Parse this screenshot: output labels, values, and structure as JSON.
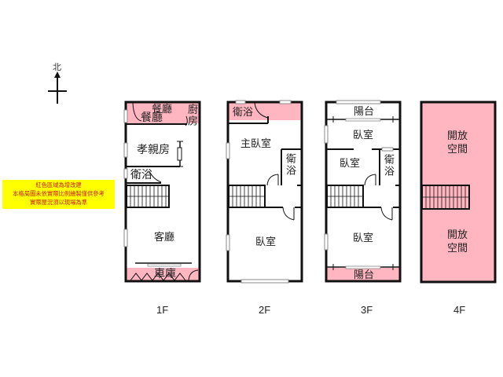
{
  "compass": {
    "label": "北",
    "icon": "north-arrow-icon"
  },
  "note": {
    "lines": [
      "紅色區域為增改建",
      "本格局圖未依實際比例繪製僅供參考",
      "實際屋況須以現場為準"
    ],
    "background": "#ffff00",
    "text_color": "#c02020"
  },
  "colors": {
    "addition_fill": "#ffb6c1",
    "wall": "#111111",
    "window": "#c8c8c8"
  },
  "floors": [
    {
      "label": "1F",
      "rooms": {
        "dining": "餐廳",
        "dining_alt": "餐廳",
        "kitchen": "廚房",
        "elder_room": "孝親房",
        "bathroom": "衛浴",
        "living": "客廳",
        "garage": "車庫"
      }
    },
    {
      "label": "2F",
      "rooms": {
        "bathroom_top": "衛浴",
        "master_bedroom": "主臥室",
        "bathroom_side": "衛浴",
        "bedroom": "臥室"
      }
    },
    {
      "label": "3F",
      "rooms": {
        "balcony_top": "陽台",
        "bedroom_top": "臥室",
        "bedroom_mid": "臥室",
        "bathroom": "衛浴",
        "bedroom_bottom": "臥室",
        "balcony_bottom": "陽台"
      }
    },
    {
      "label": "4F",
      "rooms": {
        "open_top": "開放空間",
        "open_bottom": "開放空間"
      }
    }
  ]
}
